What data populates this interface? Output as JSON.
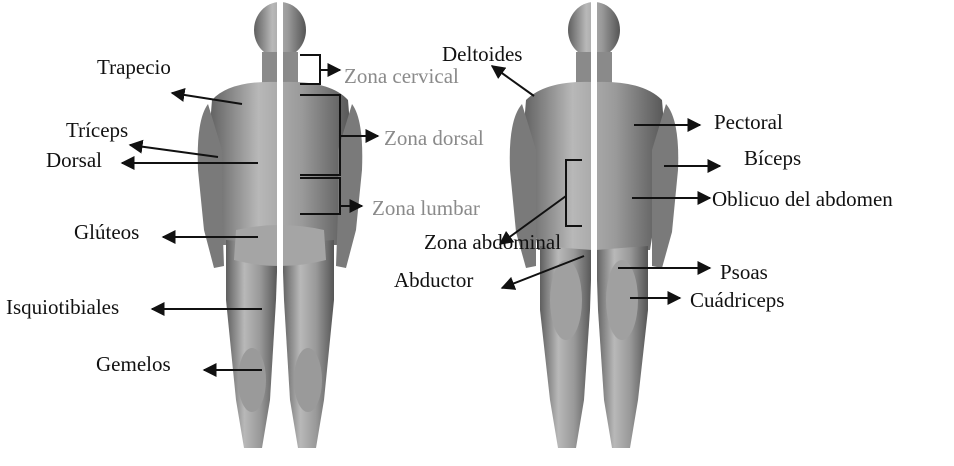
{
  "colors": {
    "label": "#111111",
    "zone_label": "#8a8a8a",
    "muscle_dark": "#6e6e6e",
    "muscle_light": "#c9c9c9",
    "divider": "#ffffff"
  },
  "labels": {
    "trapecio": "Trapecio",
    "triceps": "Tríceps",
    "dorsal": "Dorsal",
    "gluteos": "Glúteos",
    "isquiotibiales": "Isquiotibiales",
    "gemelos": "Gemelos",
    "zona_cervical": "Zona cervical",
    "zona_dorsal": "Zona dorsal",
    "zona_lumbar": "Zona lumbar",
    "deltoides": "Deltoides",
    "zona_abdominal": "Zona abdominal",
    "abductor": "Abductor",
    "pectoral": "Pectoral",
    "biceps": "Bíceps",
    "oblicuo": "Oblicuo del abdomen",
    "psoas": "Psoas",
    "cuadriceps": "Cuádriceps"
  }
}
